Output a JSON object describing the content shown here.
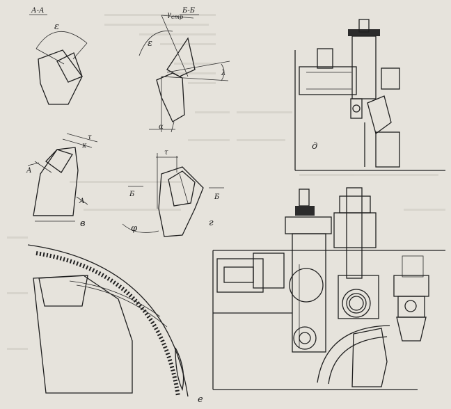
{
  "labels": {
    "section_aa": "А-А",
    "section_bb": "Б-Б",
    "epsilon": "ε",
    "gamma_main": "γ",
    "gamma_sub": "стр",
    "lambda": "λ",
    "alpha": "α",
    "kappa": "κ",
    "tau": "τ",
    "phi": "φ",
    "mark_a": "А",
    "mark_b": "Б",
    "fig_v": "в",
    "fig_g": "г",
    "fig_d": "д",
    "fig_e": "е"
  }
}
